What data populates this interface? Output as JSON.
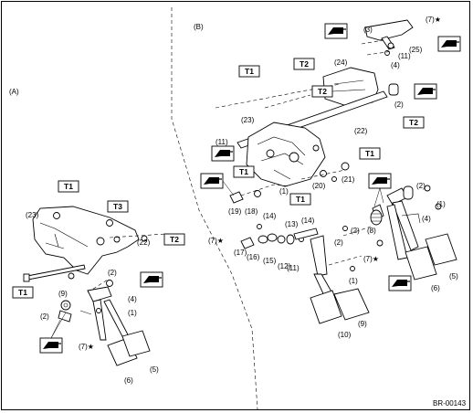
{
  "sections": {
    "a": "(A)",
    "b": "(B)"
  },
  "doc_code": "BR-00143",
  "torque_labels": [
    "T1",
    "T2",
    "T3"
  ],
  "icon_names": [
    "grease-icon"
  ],
  "part_labels_a": [
    "(23)",
    "(22)",
    "(2)",
    "(9)",
    "(2)",
    "(4)",
    "(1)",
    "(7)★",
    "(5)",
    "(6)"
  ],
  "part_labels_b": [
    "(3)",
    "(7)★",
    "(25)",
    "(11)",
    "(4)",
    "(24)",
    "(2)",
    "(23)",
    "(11)",
    "(22)",
    "(21)",
    "(20)",
    "(1)",
    "(2)",
    "(1)",
    "(4)",
    "(19)",
    "(18)",
    "(14)",
    "(13)",
    "(14)",
    "(17)",
    "(16)",
    "(15)",
    "(12)",
    "(11)",
    "(2)",
    "(8)",
    "(2)",
    "(7)★",
    "(1)",
    "(7)★",
    "(5)",
    "(6)",
    "(9)",
    "(10)"
  ]
}
